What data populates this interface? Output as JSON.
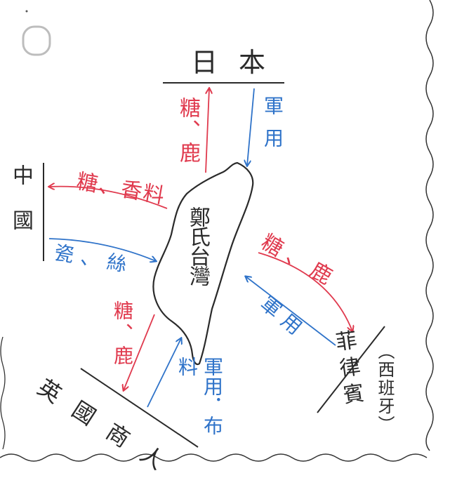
{
  "regions": {
    "japan": "日本",
    "china": "中國",
    "philippines": "菲律賓",
    "spain_note": "（西班牙）",
    "british": "英國商人"
  },
  "island": {
    "label": "鄭氏台灣"
  },
  "flows": {
    "to_japan": "糖、鹿",
    "from_japan": "軍用",
    "to_china": "糖、香料",
    "from_china": "瓷、絲",
    "to_philippines": "糖、鹿",
    "from_philippines": "軍用",
    "to_british": "糖、鹿",
    "from_british": "軍用．布料"
  },
  "colors": {
    "export": "#e03a4e",
    "import": "#2f73c9",
    "ink": "#2a2a2a"
  }
}
